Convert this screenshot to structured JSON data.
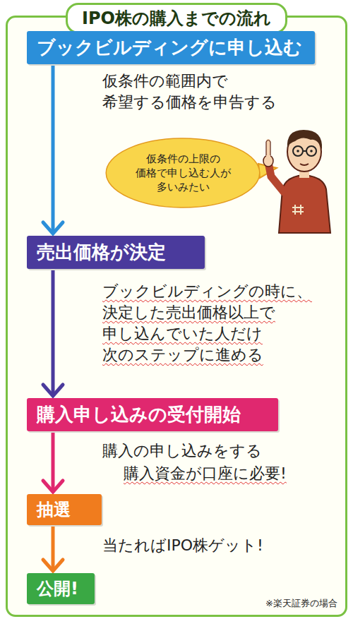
{
  "diagram": {
    "title": "IPO株の購入までの流れ",
    "nodes": [
      {
        "text": [
          "ブックビルディングに申し込む"
        ]
      },
      {
        "text": [
          "仮条件の上限の 価格で申し込む人が 多いみたい"
        ]
      },
      {
        "text": [
          "売出価格が決定"
        ]
      },
      {
        "text": [
          "購入申し込みの受付開始"
        ]
      },
      {
        "text": [
          "抽選"
        ]
      },
      {
        "text": [
          "公開!"
        ]
      }
    ],
    "edges": [
      {
        "from": 0,
        "to": 2,
        "arrow": "to"
      },
      {
        "from": 2,
        "to": 3,
        "arrow": "to"
      },
      {
        "from": 3,
        "to": 4,
        "arrow": "to"
      },
      {
        "from": 4,
        "to": 5,
        "arrow": "to"
      }
    ],
    "labels": [
      "仮条件の範囲内で 希望する価格を申告する",
      "ブックビルディングの時に、 決定した売出価格以上で 申し込んでいた人だけ 次のステップに進める",
      "購入の申し込みをする",
      "購入資金が口座に必要!",
      "当たればIPO株ゲット!",
      "※楽天証券の場合"
    ]
  }
}
